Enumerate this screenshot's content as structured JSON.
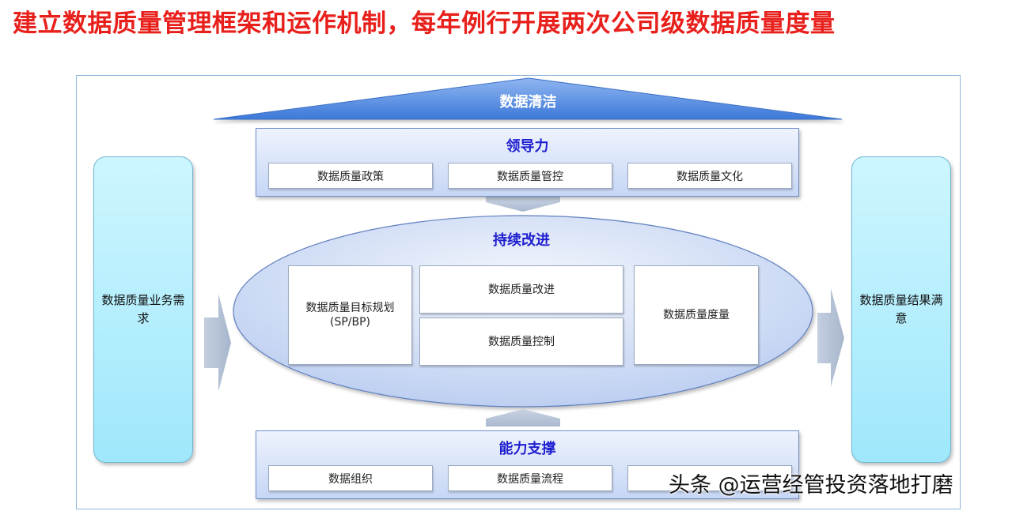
{
  "title": "建立数据质量管理框架和运作机制，每年例行开展两次公司级数据质量度量",
  "top_banner": {
    "label": "数据清洁"
  },
  "left_pillar": {
    "label": "数据质量业务需求"
  },
  "right_pillar": {
    "label": "数据质量结果满意"
  },
  "leadership": {
    "title": "领导力",
    "items": [
      "数据质量政策",
      "数据质量管控",
      "数据质量文化"
    ]
  },
  "continuous_improvement": {
    "title": "持续改进",
    "target_planning": {
      "line1": "数据质量目标规划",
      "line2": "(SP/BP)"
    },
    "improve": "数据质量改进",
    "control": "数据质量控制",
    "measure": "数据质量度量"
  },
  "capability": {
    "title": "能力支撑",
    "items": [
      "数据组织",
      "数据质量流程",
      ""
    ]
  },
  "watermark": "头条 @运营经管投资落地打磨",
  "colors": {
    "title_red": "#e8201c",
    "heading_blue": "#1f1fd0",
    "banner_blue": "#4a86e0",
    "pillar_cyan": "#aeeefc",
    "arrow_gray": "#b8c4d6"
  }
}
